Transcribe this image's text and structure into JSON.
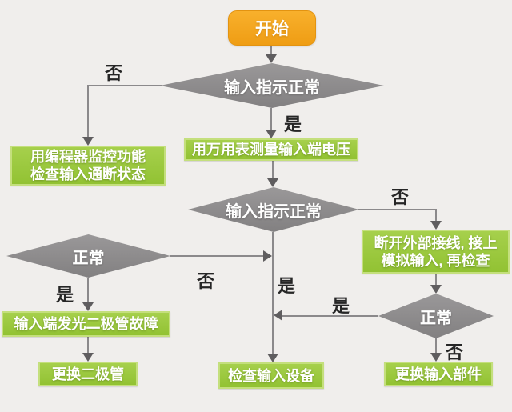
{
  "flowchart": {
    "colors": {
      "background": "#F0EEEC",
      "start_fill": "#F2A41F",
      "process_fill": "#9AC83B",
      "process_border": "#C4DF7D",
      "decision_fill": "#8C8A8B",
      "connector": "#8B898B",
      "node_text": "#FFFFFF",
      "edge_label_text": "#262626"
    },
    "nodes": {
      "start": {
        "label": "开始"
      },
      "decision_top": {
        "label": "输入指示正常"
      },
      "process_monitor": {
        "line1": "用编程器监控功能",
        "line2": "检查输入通断状态"
      },
      "process_measure": {
        "label": "用万用表测量输入端电压"
      },
      "decision_mid": {
        "label": "输入指示正常"
      },
      "process_disconnect": {
        "line1": "断开外部接线, 接上",
        "line2": "模拟输入, 再检查"
      },
      "decision_left": {
        "label": "正常"
      },
      "decision_right": {
        "label": "正常"
      },
      "process_led_fault": {
        "label": "输入端发光二极管故障"
      },
      "process_replace_diode": {
        "label": "更换二极管"
      },
      "process_check_device": {
        "label": "检查输入设备"
      },
      "process_replace_part": {
        "label": "更换输入部件"
      }
    },
    "edge_labels": {
      "top_no": "否",
      "top_yes": "是",
      "mid_no": "否",
      "mid_yes": "是",
      "left_no": "否",
      "left_yes": "是",
      "right_yes": "是",
      "right_no": "否"
    }
  }
}
